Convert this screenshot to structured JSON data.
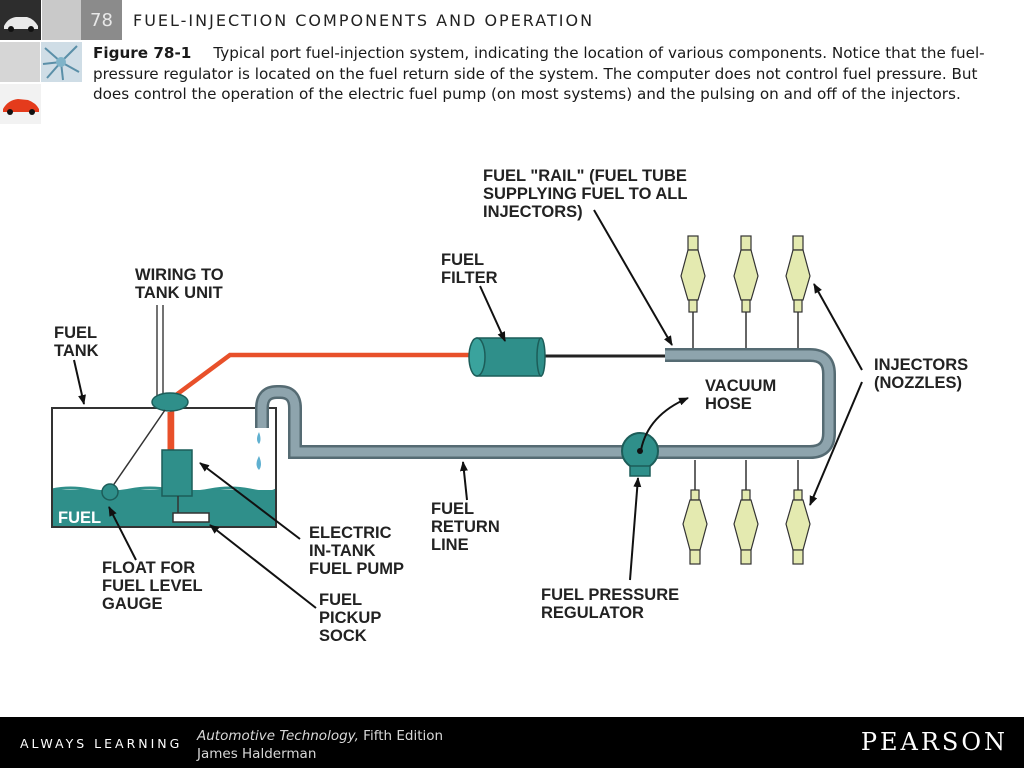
{
  "header": {
    "chapter_number": "78",
    "chapter_title": "FUEL-INJECTION COMPONENTS AND OPERATION"
  },
  "caption": {
    "figure_label": "Figure 78-1",
    "text": "Typical port fuel-injection system, indicating the location of various components. Notice that the fuel-pressure regulator is located on the fuel return side of the system. The computer does not control fuel pressure. But does control the operation of the electric fuel pump (on most systems) and the pulsing on and off of the injectors."
  },
  "diagram": {
    "labels": {
      "fuel_rail": [
        "FUEL \"RAIL\" (FUEL TUBE",
        "SUPPLYING FUEL TO ALL",
        "INJECTORS)"
      ],
      "fuel_filter": [
        "FUEL",
        "FILTER"
      ],
      "wiring": [
        "WIRING TO",
        "TANK UNIT"
      ],
      "fuel_tank": [
        "FUEL",
        "TANK"
      ],
      "injectors": [
        "INJECTORS",
        "(NOZZLES)"
      ],
      "vacuum_hose": [
        "VACUUM",
        "HOSE"
      ],
      "fuel_in_tank": "FUEL",
      "float": [
        "FLOAT FOR",
        "FUEL LEVEL",
        "GAUGE"
      ],
      "pump": [
        "ELECTRIC",
        "IN-TANK",
        "FUEL PUMP"
      ],
      "return_line": [
        "FUEL",
        "RETURN",
        "LINE"
      ],
      "pickup": [
        "FUEL",
        "PICKUP",
        "SOCK"
      ],
      "regulator": [
        "FUEL PRESSURE",
        "REGULATOR"
      ]
    },
    "colors": {
      "fuel": "#2f8f8a",
      "line": "#7f949c",
      "supply": "#e8502a",
      "injector": "#e4eab0"
    }
  },
  "footer": {
    "tagline": "ALWAYS LEARNING",
    "book_title": "Automotive Technology,",
    "edition": "Fifth Edition",
    "author": "James Halderman",
    "publisher": "PEARSON"
  }
}
